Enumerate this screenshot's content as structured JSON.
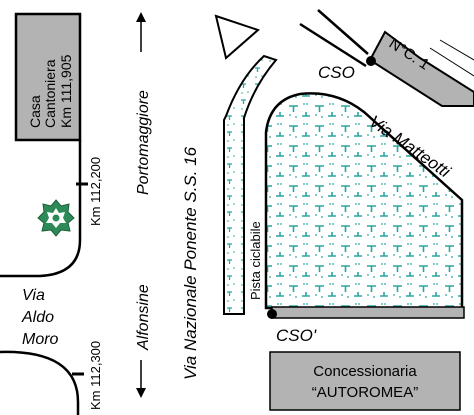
{
  "labels": {
    "casa_line1": "Casa",
    "casa_line2": "Cantoniera",
    "casa_line3": "Km 111,905",
    "km_112_200": "Km 112,200",
    "km_112_300": "Km 112,300",
    "via_aldo_moro_line1": "Via",
    "via_aldo_moro_line2": "Aldo",
    "via_aldo_moro_line3": "Moro",
    "portomaggiore": "Portomaggiore",
    "alfonsine": "Alfonsine",
    "via_nazionale": "Via Nazionale Ponente  S.S. 16",
    "pista_ciclabile": "Pista ciclabile",
    "via_matteotti": "Via Matteotti",
    "cso": "CSO",
    "cso_prime": "CSO'",
    "nc": "N°C. 1",
    "concessionaria_line1": "Concessionaria",
    "concessionaria_line2": "“AUTOROMEA”"
  },
  "colors": {
    "building_fill": "#b3b3b3",
    "hatch": "#2aa6a0",
    "outline": "#000000",
    "tree": "#2e8b57"
  },
  "icons": {
    "tree": "tree-icon",
    "arrows": "arrow-icon",
    "point": "point-marker"
  }
}
